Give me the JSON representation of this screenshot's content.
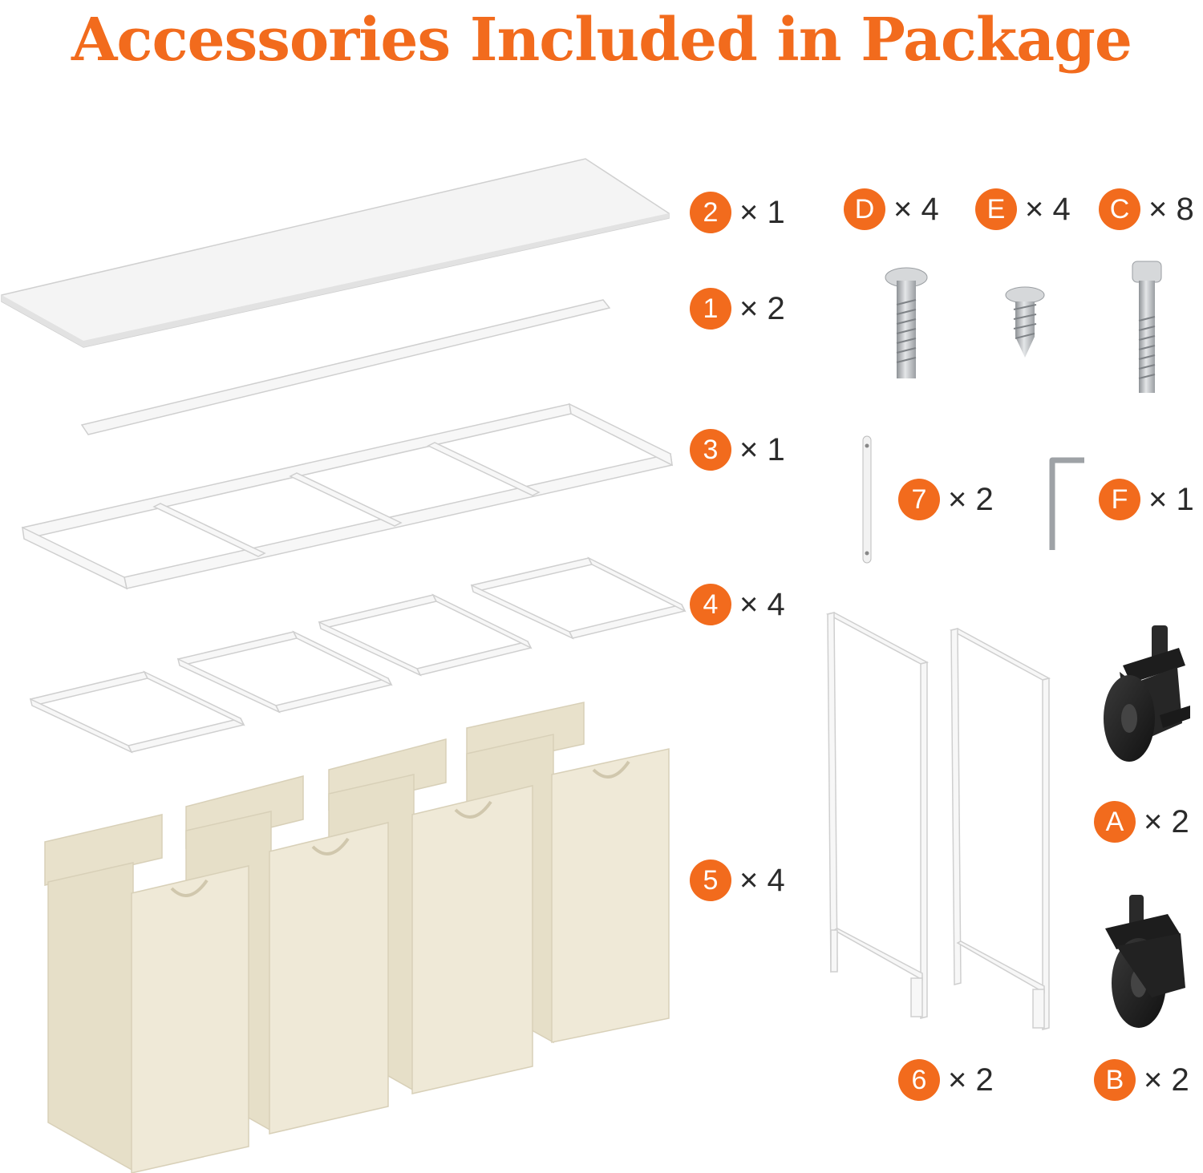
{
  "title": "Accessories Included in Package",
  "colors": {
    "accent": "#F26B1D",
    "frame_white": "#ffffff",
    "fabric": "#EEE8D5",
    "caster": "#1e1e1e",
    "metal": "#b8bcc0"
  },
  "parts": [
    {
      "id": "2",
      "qty": "× 1"
    },
    {
      "id": "1",
      "qty": "× 2"
    },
    {
      "id": "3",
      "qty": "× 1"
    },
    {
      "id": "4",
      "qty": "× 4"
    },
    {
      "id": "5",
      "qty": "× 4"
    },
    {
      "id": "D",
      "qty": "× 4"
    },
    {
      "id": "E",
      "qty": "× 4"
    },
    {
      "id": "C",
      "qty": "× 8"
    },
    {
      "id": "7",
      "qty": "× 2"
    },
    {
      "id": "F",
      "qty": "× 1"
    },
    {
      "id": "A",
      "qty": "× 2"
    },
    {
      "id": "6",
      "qty": "× 2"
    },
    {
      "id": "B",
      "qty": "× 2"
    }
  ]
}
